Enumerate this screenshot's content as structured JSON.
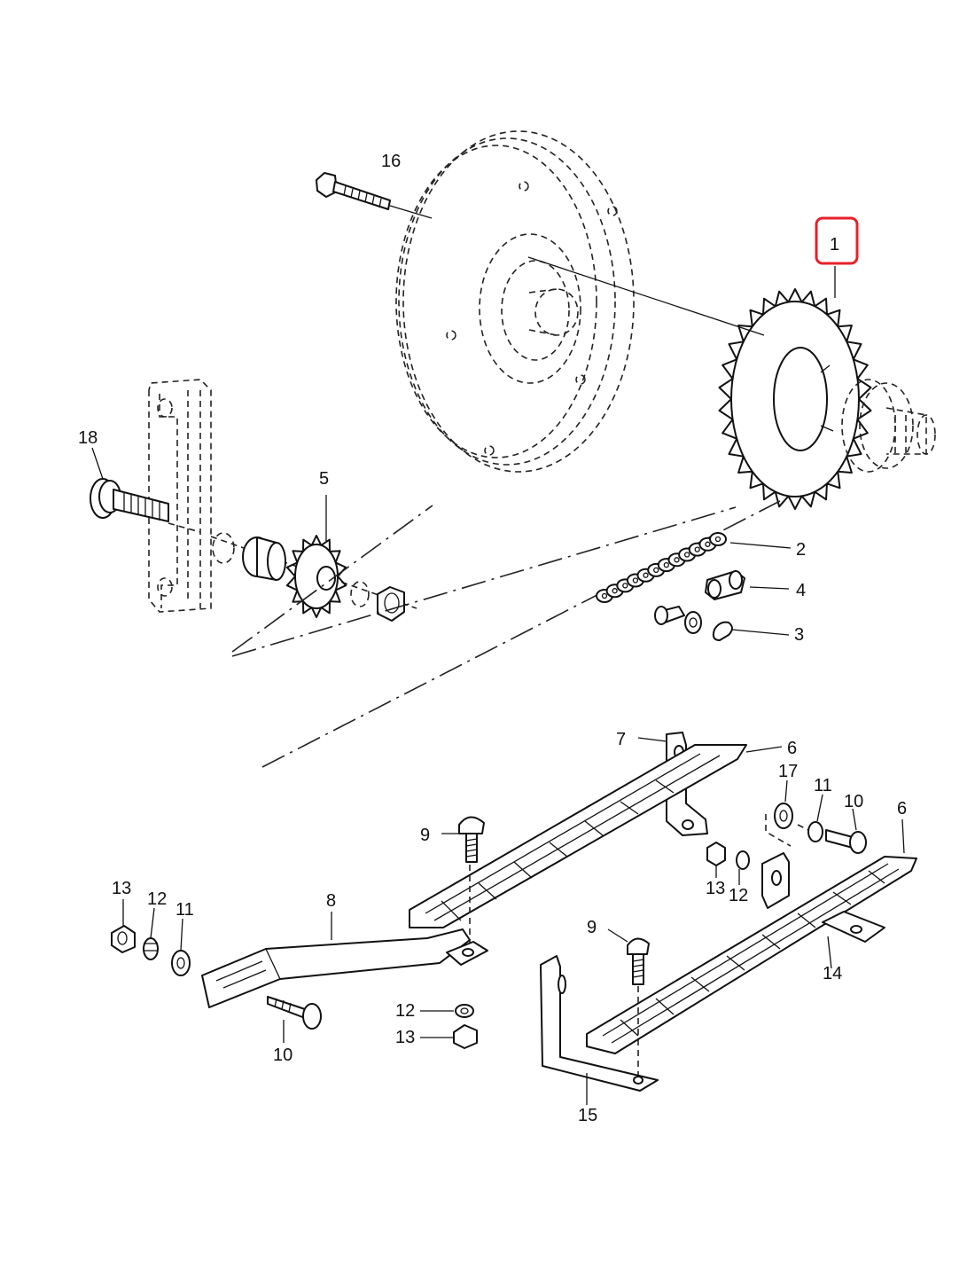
{
  "callouts": {
    "c1": "1",
    "c2": "2",
    "c3": "3",
    "c4": "4",
    "c5": "5",
    "c6a": "6",
    "c6b": "6",
    "c7": "7",
    "c8": "8",
    "c9a": "9",
    "c9b": "9",
    "c10a": "10",
    "c10b": "10",
    "c11a": "11",
    "c11b": "11",
    "c12a": "12",
    "c12b": "12",
    "c12c": "12",
    "c13a": "13",
    "c13b": "13",
    "c13c": "13",
    "c14": "14",
    "c15": "15",
    "c16": "16",
    "c17": "17",
    "c18": "18"
  },
  "highlight": {
    "part": "1",
    "color": "#e8202a"
  }
}
